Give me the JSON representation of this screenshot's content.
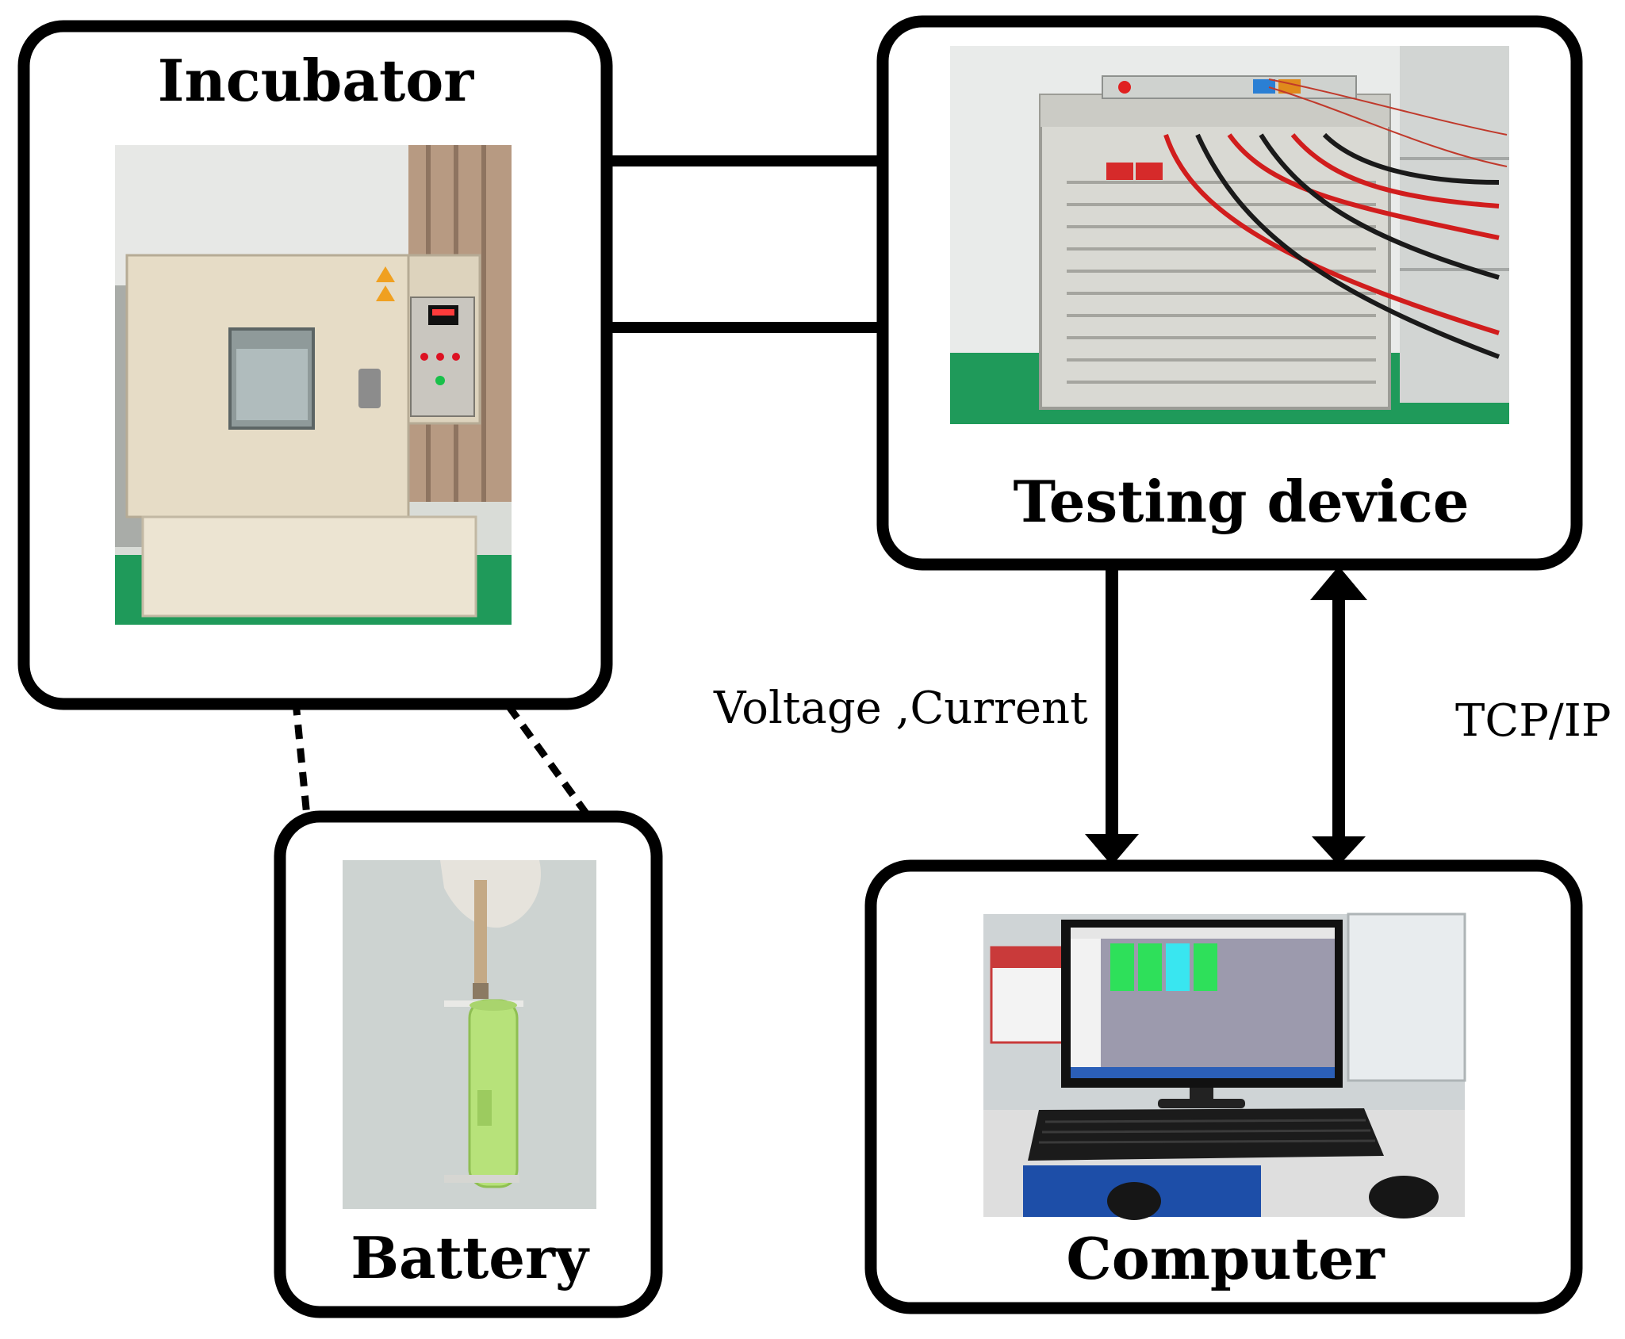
{
  "nodes": {
    "incubator": {
      "label": "Incubator"
    },
    "testing_device": {
      "label": "Testing device"
    },
    "battery": {
      "label": "Battery"
    },
    "computer": {
      "label": "Computer"
    }
  },
  "edges": {
    "measurement": {
      "label": "Voltage ,Current"
    },
    "communication": {
      "label": "TCP/IP"
    }
  },
  "icons": {
    "incubator_photo": "incubator-chamber",
    "testing_device_photo": "battery-testing-cabinet",
    "battery_photo": "cylindrical-cell",
    "computer_photo": "desktop-monitor-keyboard"
  },
  "colors": {
    "stroke": "#000000",
    "background": "#ffffff",
    "battery_cell": "#b7e27a",
    "floor_green": "#1f9a5a",
    "screen_green": "#2ee05a",
    "screen_cyan": "#39e6f0"
  }
}
